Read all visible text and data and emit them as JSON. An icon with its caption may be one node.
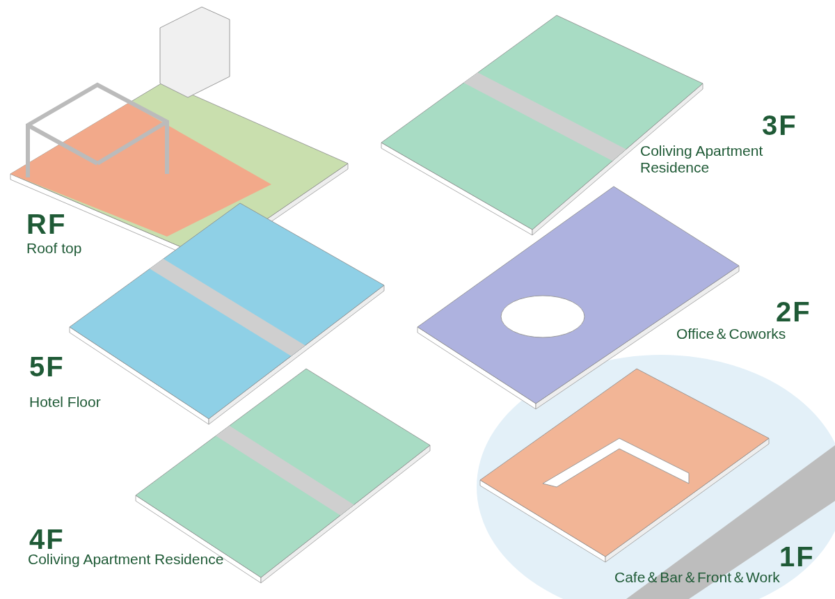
{
  "diagram": {
    "labels": [
      "RF",
      "Roof top",
      "3F",
      "Coliving Apartment Residence",
      "5F",
      "Hotel Floor",
      "2F",
      "Office＆Coworks",
      "4F",
      "Coliving Apartment Residence",
      "1F",
      "Cafe＆Bar＆Front＆Work"
    ]
  }
}
